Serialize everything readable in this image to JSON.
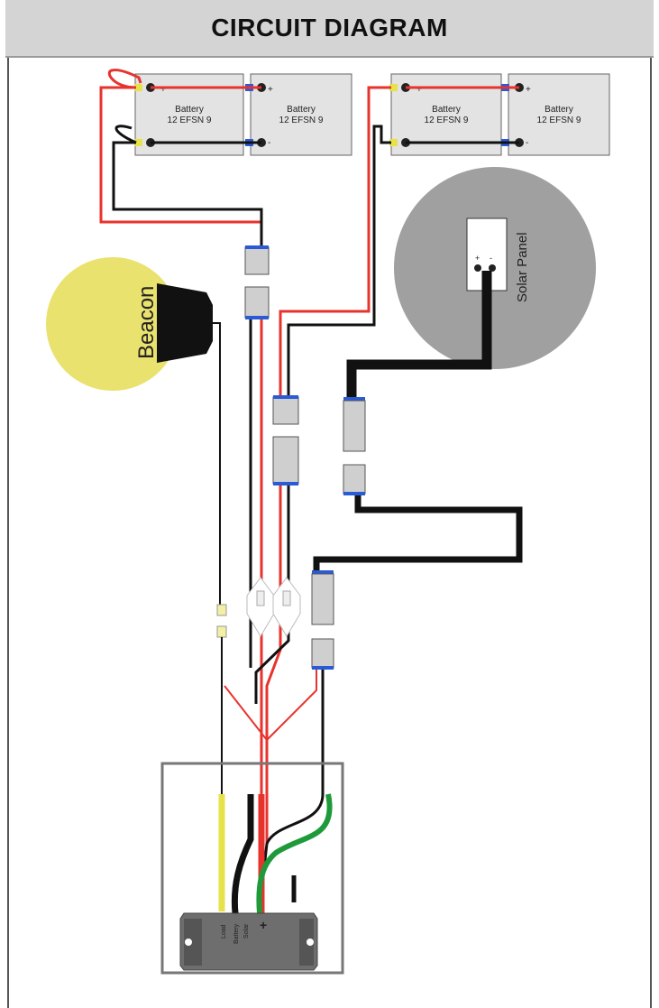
{
  "title": "CIRCUIT DIAGRAM",
  "batteries": [
    {
      "name": "Battery",
      "model": "12 EFSN 9",
      "pos": "+",
      "neg": "-"
    },
    {
      "name": "Battery",
      "model": "12 EFSN 9",
      "pos": "+",
      "neg": "-"
    },
    {
      "name": "Battery",
      "model": "12 EFSN 9",
      "pos": "+",
      "neg": "-"
    },
    {
      "name": "Battery",
      "model": "12 EFSN 9",
      "pos": "+",
      "neg": "-"
    }
  ],
  "beacon": {
    "label": "Beacon"
  },
  "solar_panel": {
    "label": "Solar Panel",
    "pos": "+",
    "neg": "-"
  },
  "controller": {
    "load": "Load",
    "battery": "Battery",
    "solar": "Solar",
    "plus": "+"
  },
  "colors": {
    "red": "#e8332d",
    "black": "#111111",
    "yellow": "#e8e24a",
    "green": "#1f9a3a",
    "beacon": "#e9e26e",
    "solar": "#a0a0a0",
    "battery": "#e3e3e3",
    "connector_blue": "#2a5bd7",
    "controller": "#6e6e6e"
  }
}
